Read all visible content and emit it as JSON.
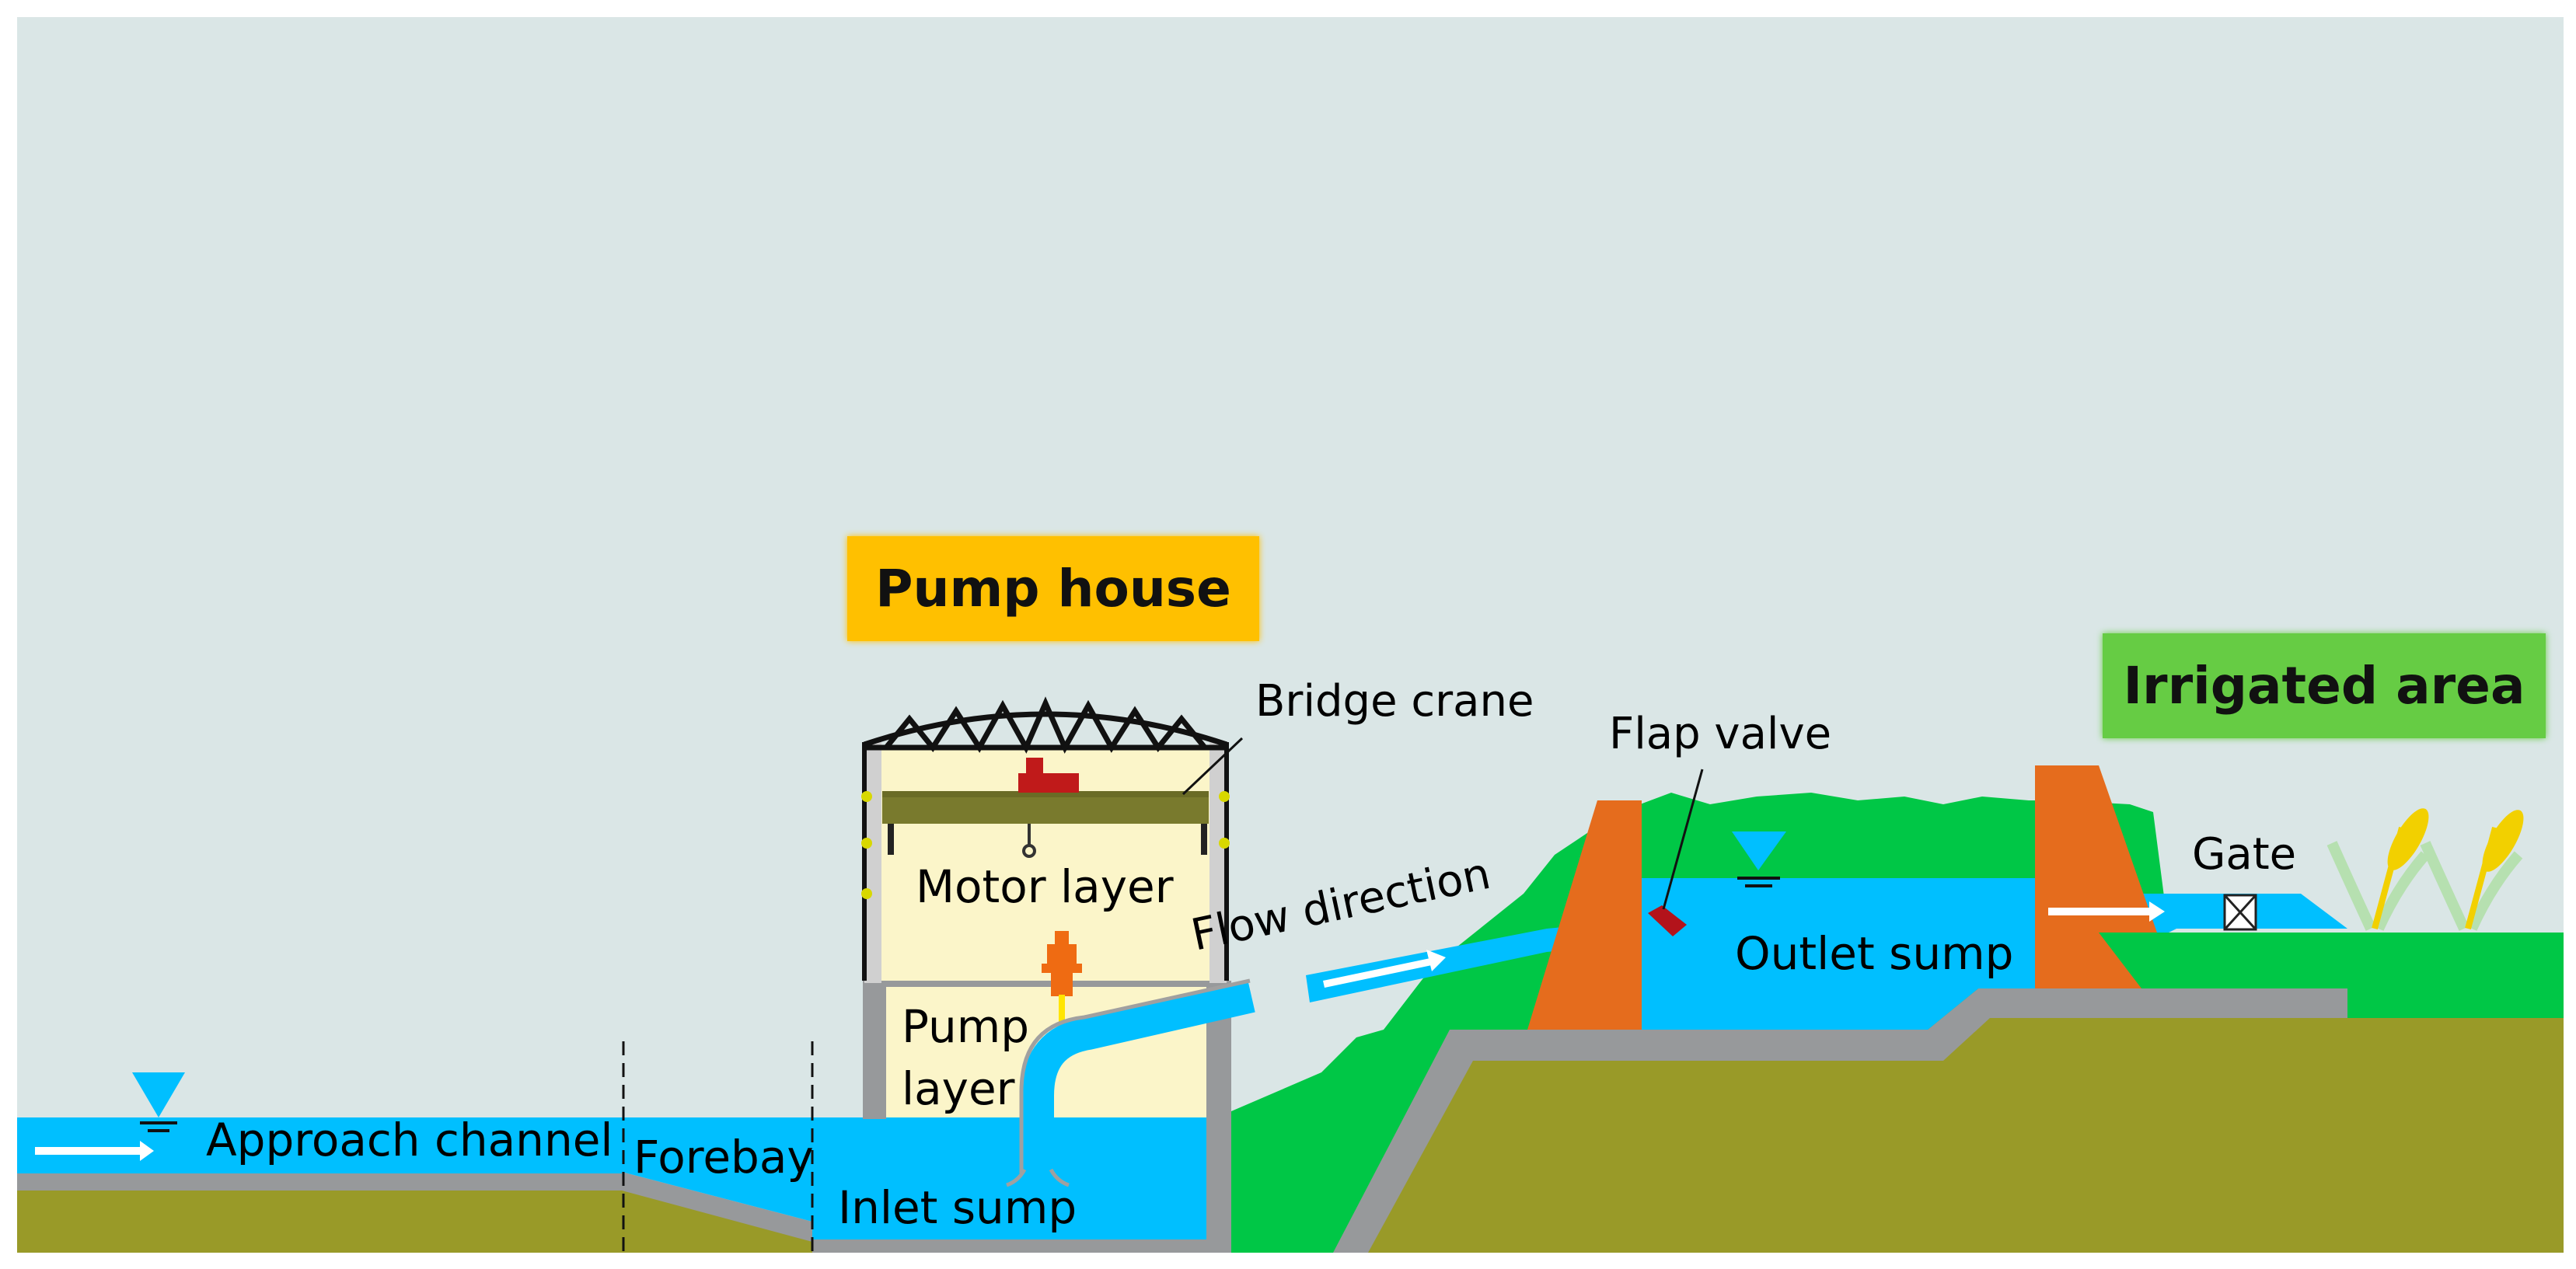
{
  "colors": {
    "sky": "#dae6e6",
    "water": "#00bfff",
    "soil": "#999a28",
    "grass": "#00c746",
    "concrete": "#97999b",
    "pump_house_wall": "#fbf5c9",
    "dam": "#e56c1d",
    "crane_beam": "#797a2d",
    "crane_trolley": "#c01a1a",
    "pump": "#ef6b12",
    "pump_house_tag": "#ffc000",
    "irrigated_tag": "#66cc44"
  },
  "title_tags": {
    "pump_house": "Pump house",
    "irrigated_area": "Irrigated area"
  },
  "labels": {
    "bridge_crane": "Bridge crane",
    "flap_valve": "Flap valve",
    "motor_layer": "Motor layer",
    "pump_layer_line1": "Pump",
    "pump_layer_line2": "layer",
    "flow_direction": "Flow direction",
    "outlet_sump": "Outlet sump",
    "gate": "Gate",
    "approach_channel": "Approach channel",
    "forebay": "Forebay",
    "inlet_sump": "Inlet sump"
  },
  "icons": [
    "water-level-icon",
    "flow-arrow-icon",
    "gate-icon",
    "rice-plant-icon",
    "bridge-crane-icon",
    "pump-icon",
    "flap-valve-icon"
  ]
}
